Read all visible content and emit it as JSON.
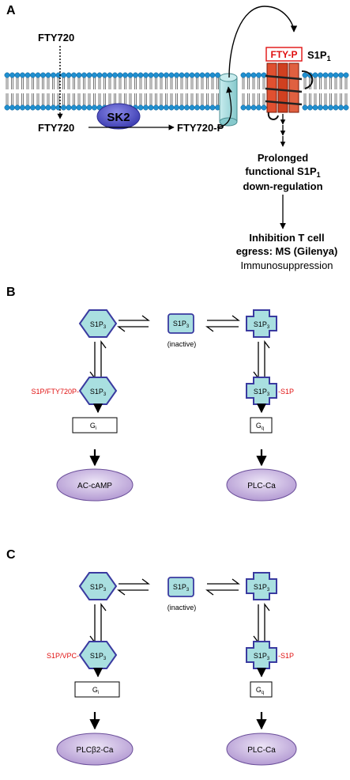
{
  "panelA": {
    "letter": "A",
    "drug_top": "FTY720",
    "drug": "FTY720",
    "kinase": "SK2",
    "drug_p": "FTY720-P",
    "ligand_box": "FTY-P",
    "receptor": "S1P",
    "receptor_sub": "1",
    "effect1_line1": "Prolonged",
    "effect1_line2": "functional S1P",
    "effect1_sub": "1",
    "effect1_line3": "down-regulation",
    "effect2_line1": "Inhibition T cell",
    "effect2_line2": "egress: MS (Gilenya)",
    "effect2_line3": "Immunosuppression"
  },
  "panelB": {
    "letter": "B",
    "receptor": "S1P",
    "receptor_sub": "3",
    "inactive": "(inactive)",
    "ligand_left": "S1P/FTY720P-",
    "ligand_right": "-S1P",
    "gi": "G",
    "gi_sub": "i",
    "gq": "G",
    "gq_sub": "q",
    "effector_left": "AC-cAMP",
    "effector_right": "PLC-Ca"
  },
  "panelC": {
    "letter": "C",
    "receptor": "S1P",
    "receptor_sub": "3",
    "inactive": "(inactive)",
    "ligand_left": "S1P/VPC-",
    "ligand_right": "-S1P",
    "gi": "G",
    "gi_sub": "i",
    "gq": "G",
    "gq_sub": "q",
    "effector_left": "PLCβ2-Ca",
    "effector_right": "PLC-Ca"
  },
  "colors": {
    "membrane_head": "#1f8fd0",
    "receptor_fill": "#a9dfe0",
    "receptor_stroke": "#3a3aa0",
    "ellipse_fill": "#c7b3df",
    "sk2_fill": "#4f4fc0",
    "ligand_red": "#e01010"
  }
}
